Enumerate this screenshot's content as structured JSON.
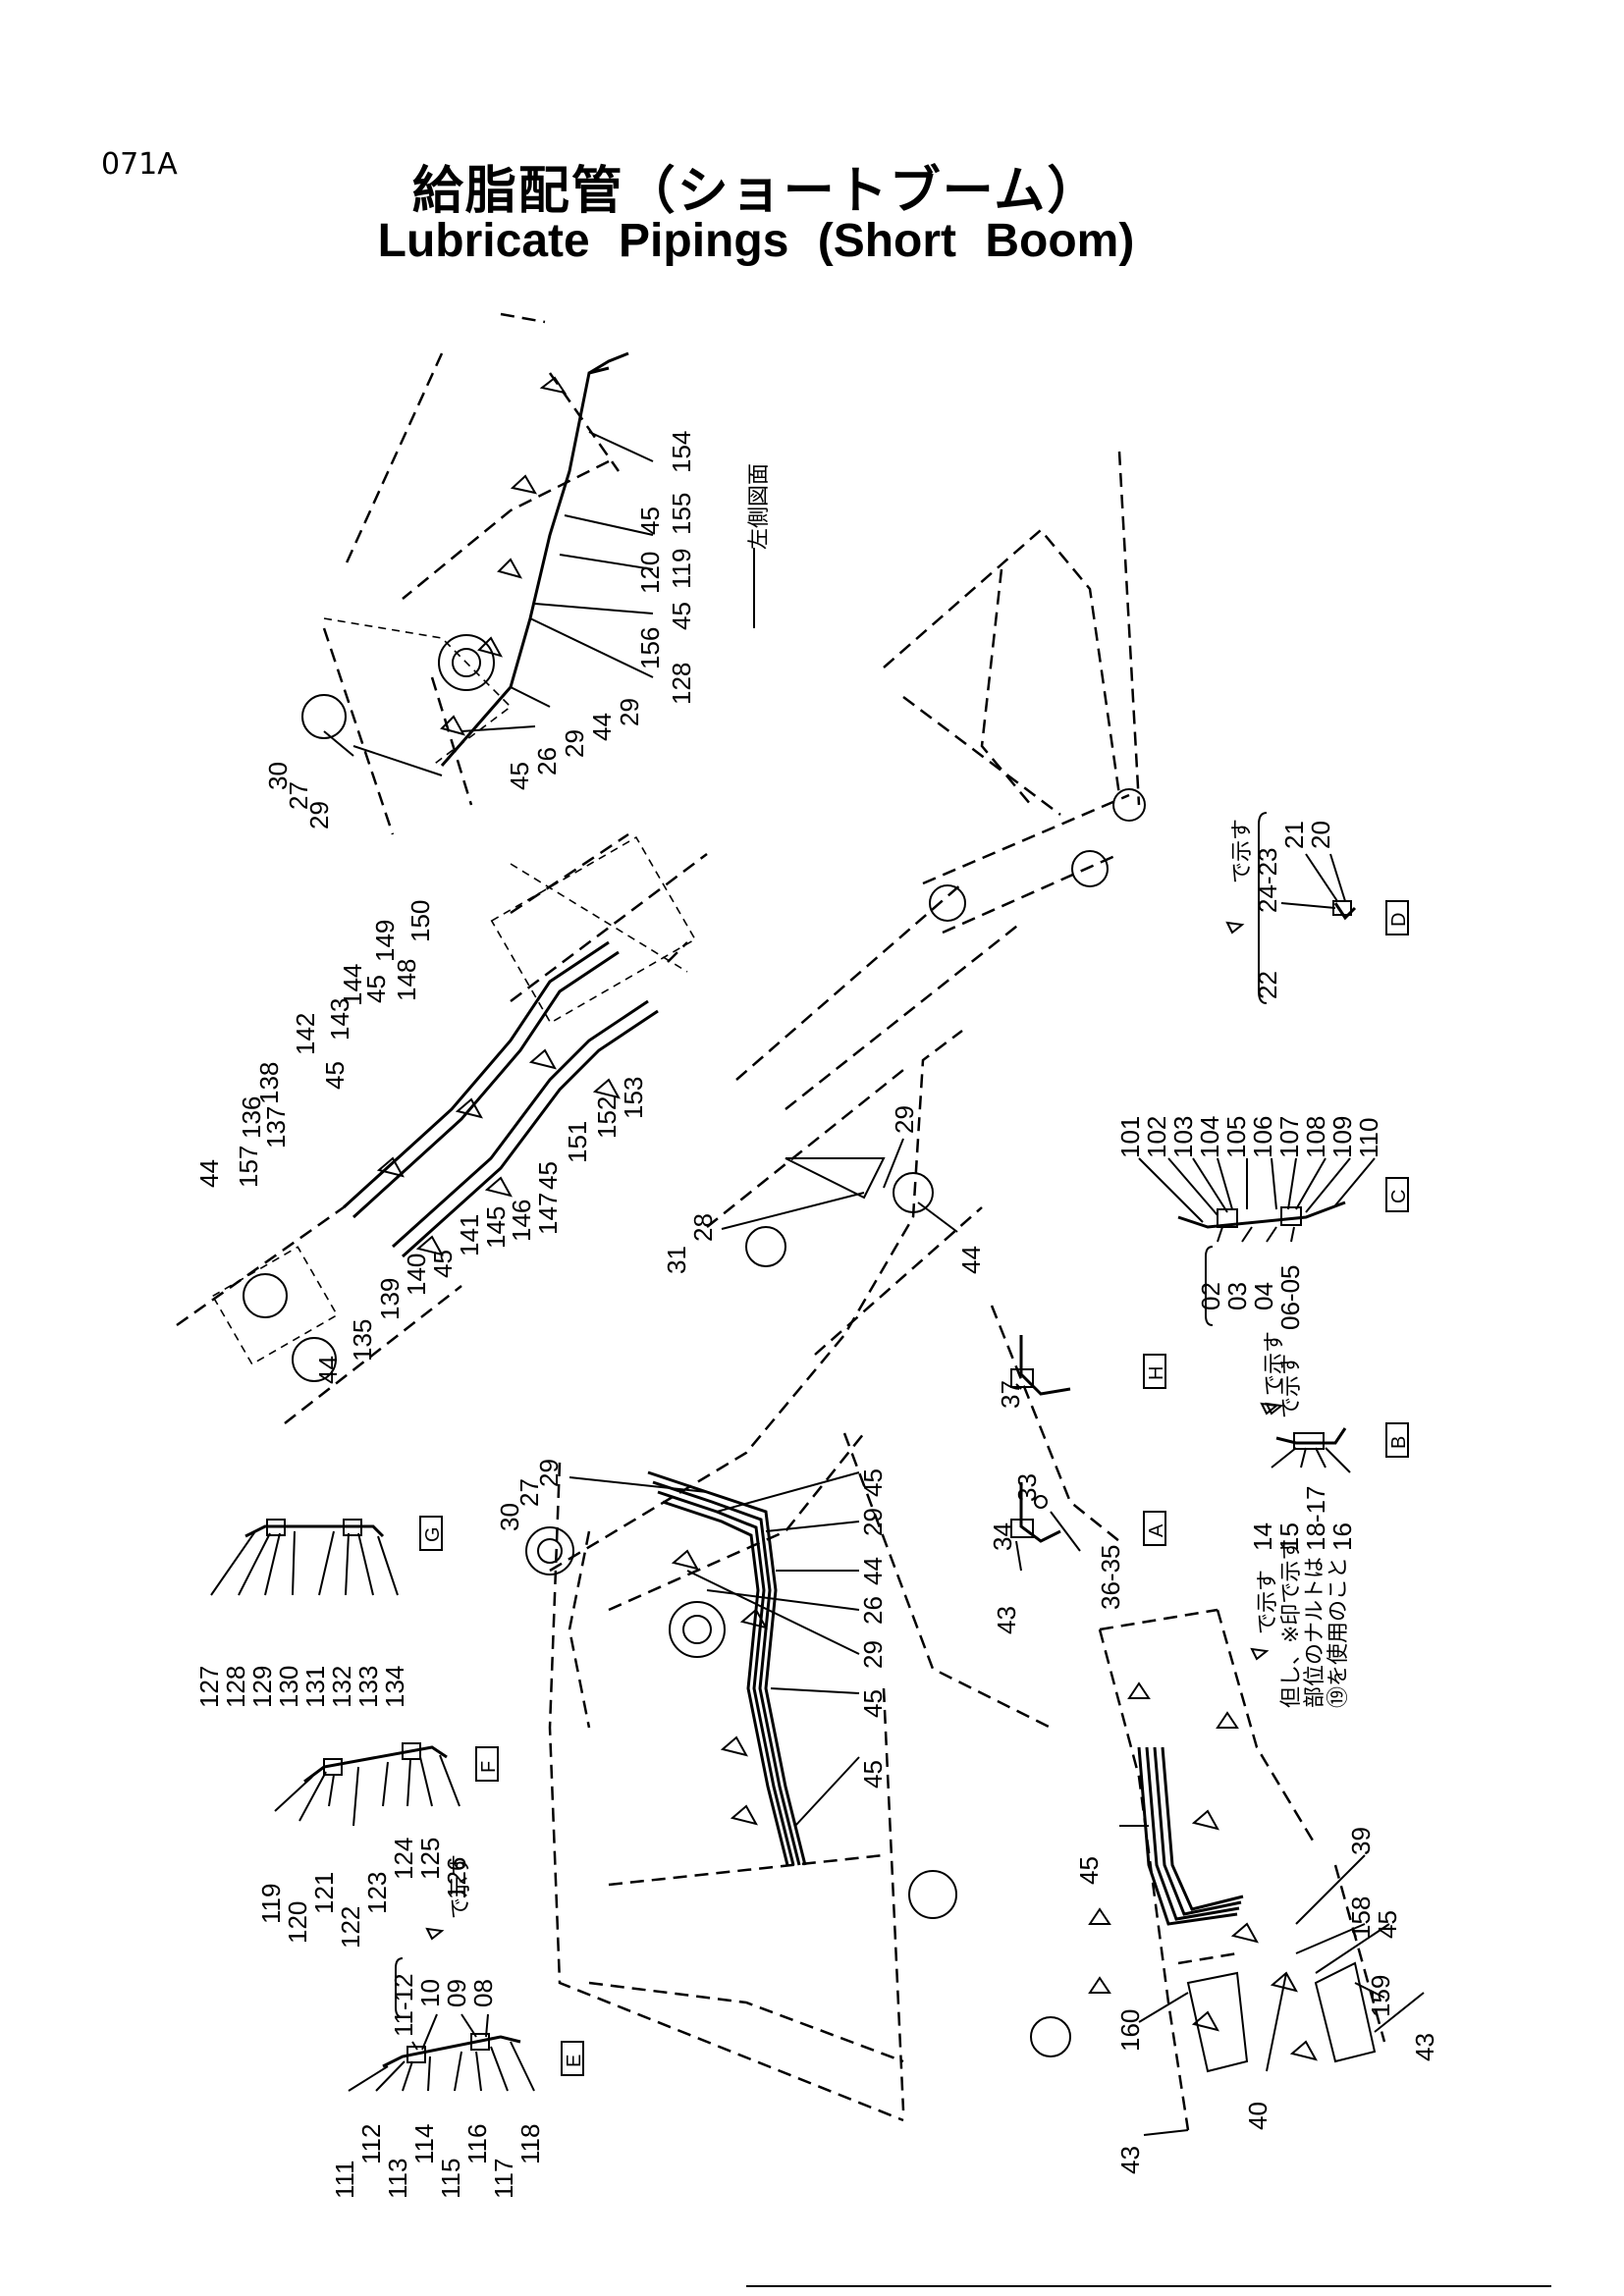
{
  "page_code": "071A",
  "title_jp": "給脂配管（ショートブーム）",
  "title_en": "Lubricate  Pipings (Short  Boom)",
  "side_view_label": "左側図面",
  "notes": {
    "shown_by_1": "で示す",
    "shown_by_2": "で示す",
    "shown_by_3": "で示す",
    "shown_by_4": "で示す",
    "nut_note": [
      "で示す",
      "但し、※印で示す",
      "部位のナルトは",
      "⑲を使用のこと"
    ]
  },
  "detail_boxes": [
    "A",
    "B",
    "C",
    "D",
    "E",
    "F",
    "G",
    "H"
  ],
  "callouts": {
    "top_left": [
      "30",
      "27",
      "29",
      "45",
      "26",
      "29",
      "44",
      "29",
      "128",
      "45",
      "156",
      "120",
      "119",
      "155",
      "45",
      "154"
    ],
    "mid_left": [
      "44",
      "157",
      "136",
      "138",
      "137",
      "45",
      "142",
      "143",
      "144",
      "45",
      "148",
      "149",
      "150",
      "153",
      "152",
      "151",
      "45",
      "147",
      "146",
      "145",
      "141",
      "45",
      "140",
      "139",
      "135",
      "44"
    ],
    "boom": [
      "31",
      "28",
      "29",
      "44",
      "30",
      "27",
      "29",
      "45",
      "29",
      "44",
      "26",
      "29",
      "45",
      "45"
    ],
    "box_a": [
      "34",
      "33",
      "43",
      "36-35"
    ],
    "box_h": [
      "37"
    ],
    "box_b": [
      "14",
      "15",
      "18-17",
      "16"
    ],
    "box_c_top": [
      "101",
      "102",
      "103",
      "104",
      "105",
      "106",
      "107",
      "108",
      "109",
      "110"
    ],
    "box_c_bottom": [
      "02",
      "03",
      "04",
      "06-05"
    ],
    "box_d": [
      "22",
      "24-23",
      "21",
      "20"
    ],
    "box_g": [
      "127",
      "128",
      "129",
      "130",
      "131",
      "132",
      "133",
      "134"
    ],
    "box_f": [
      "119",
      "120",
      "121",
      "122",
      "123",
      "124",
      "125",
      "126"
    ],
    "box_e_top": [
      "11-12",
      "10",
      "09",
      "08"
    ],
    "box_e_bottom": [
      "111",
      "112",
      "113",
      "114",
      "115",
      "116",
      "117",
      "118"
    ],
    "lower_right": [
      "45",
      "39",
      "158",
      "45",
      "159",
      "43",
      "160",
      "43",
      "40"
    ]
  }
}
